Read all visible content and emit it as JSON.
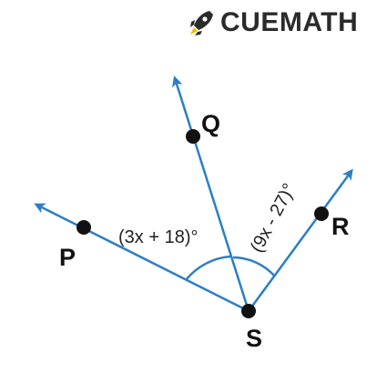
{
  "brand": {
    "name": "CUEMATH",
    "logo_icon": "rocket-icon",
    "text_color": "#2b2b2b",
    "icon_accent": "#f5b800"
  },
  "diagram": {
    "vertex": "S",
    "points": {
      "p": "P",
      "q": "Q",
      "r": "R",
      "s": "S"
    },
    "angles": {
      "psq": "(3x + 18)°",
      "qsr": "(9x - 27)°"
    },
    "colors": {
      "ray": "#2b7ec6",
      "point": "#111111"
    }
  }
}
